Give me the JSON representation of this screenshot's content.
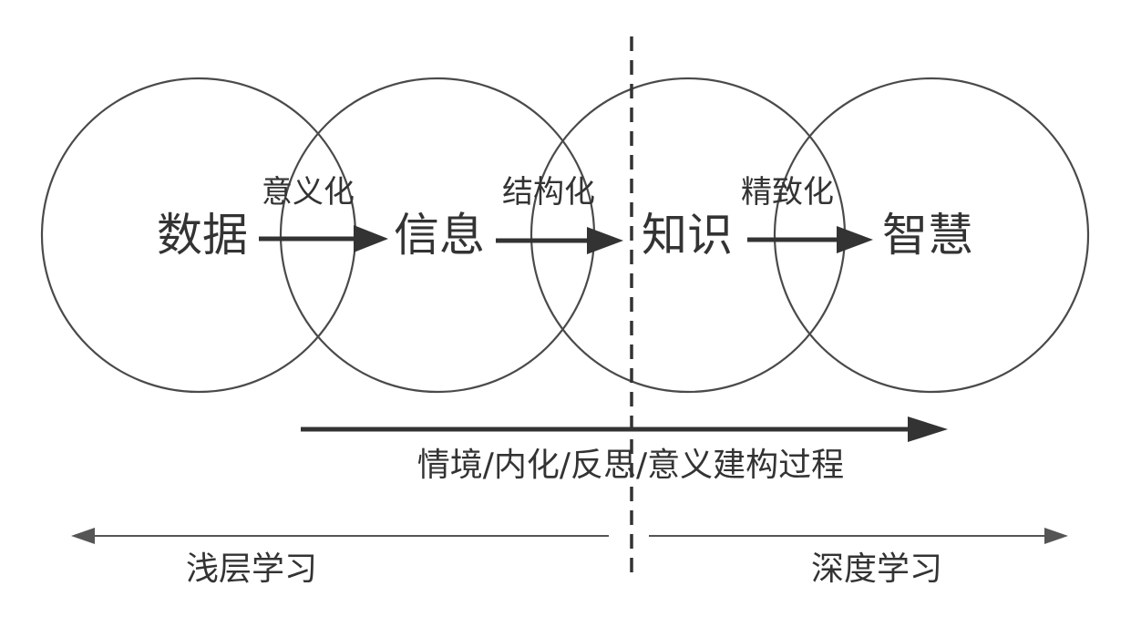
{
  "nodes": [
    {
      "label": "数据"
    },
    {
      "label": "信息"
    },
    {
      "label": "知识"
    },
    {
      "label": "智慧"
    }
  ],
  "transitions": [
    {
      "label": "意义化"
    },
    {
      "label": "结构化"
    },
    {
      "label": "精致化"
    }
  ],
  "process_label": "情境/内化/反思/意义建构过程",
  "shallow_label": "浅层学习",
  "deep_label": "深度学习",
  "colors": {
    "stroke": "#4a4a4a",
    "text": "#333333",
    "arrow": "#333333",
    "secondary": "#555555"
  }
}
